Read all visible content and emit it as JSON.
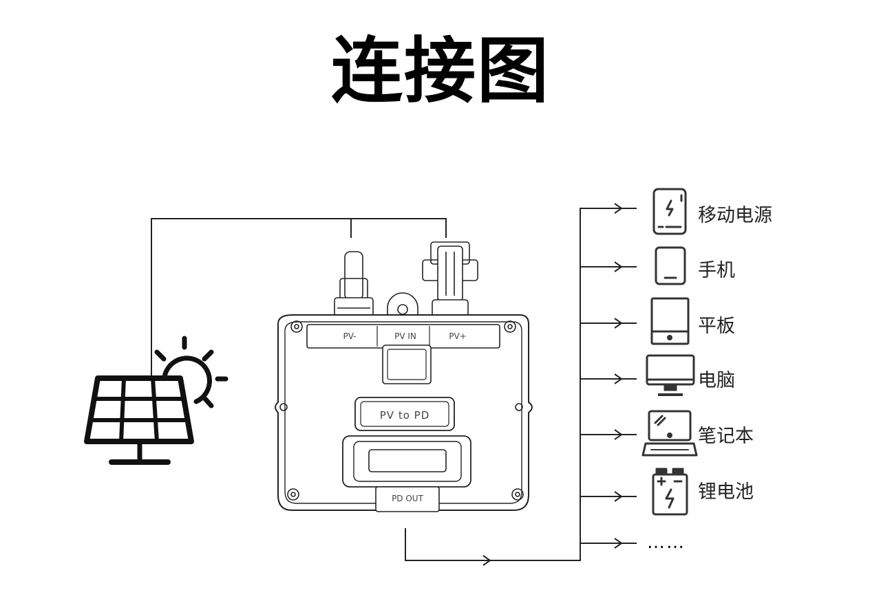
{
  "title": "连接图",
  "controller": {
    "port_pv_minus": "PV-",
    "port_pv_in": "PV IN",
    "port_pv_plus": "PV+",
    "name_plate": "PV to PD",
    "port_pd_out": "PD OUT"
  },
  "devices": [
    {
      "label": "移动电源",
      "icon": "power-bank-icon"
    },
    {
      "label": "手机",
      "icon": "phone-icon"
    },
    {
      "label": "平板",
      "icon": "tablet-icon"
    },
    {
      "label": "电脑",
      "icon": "desktop-monitor-icon"
    },
    {
      "label": "笔记本",
      "icon": "laptop-icon"
    },
    {
      "label": "锂电池",
      "icon": "lithium-battery-icon"
    }
  ],
  "more": "……",
  "colors": {
    "line": "#222222",
    "device_stroke": "#333333"
  }
}
